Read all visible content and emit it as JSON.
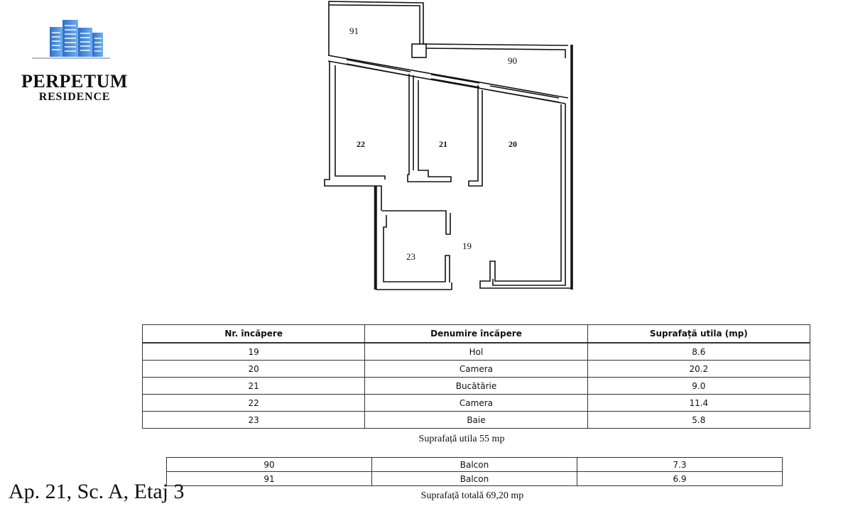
{
  "logo": {
    "title": "PERPETUM",
    "subtitle": "RESIDENCE",
    "colors": {
      "building_blue": "#3b82d9",
      "building_light": "#a9d2f5"
    }
  },
  "floor_plan": {
    "rooms": [
      {
        "id": "91",
        "label": "91"
      },
      {
        "id": "90",
        "label": "90"
      },
      {
        "id": "22",
        "label": "22"
      },
      {
        "id": "21",
        "label": "21"
      },
      {
        "id": "20",
        "label": "20"
      },
      {
        "id": "19",
        "label": "19"
      },
      {
        "id": "23",
        "label": "23"
      }
    ]
  },
  "main_table": {
    "headers": [
      "Nr. încăpere",
      "Denumire încăpere",
      "Suprafață utila (mp)"
    ],
    "rows": [
      {
        "nr": "19",
        "name": "Hol",
        "area": "8.6"
      },
      {
        "nr": "20",
        "name": "Camera",
        "area": "20.2"
      },
      {
        "nr": "21",
        "name": "Bucătărie",
        "area": "9.0"
      },
      {
        "nr": "22",
        "name": "Camera",
        "area": "11.4"
      },
      {
        "nr": "23",
        "name": "Baie",
        "area": "5.8"
      }
    ]
  },
  "usable_area_text": "Suprafață utila 55 mp",
  "balcony_table": {
    "rows": [
      {
        "nr": "90",
        "name": "Balcon",
        "area": "7.3"
      },
      {
        "nr": "91",
        "name": "Balcon",
        "area": "6.9"
      }
    ]
  },
  "total_area_text": "Suprafață totală 69,20 mp",
  "apartment_caption": "Ap. 21, Sc. A, Etaj 3"
}
